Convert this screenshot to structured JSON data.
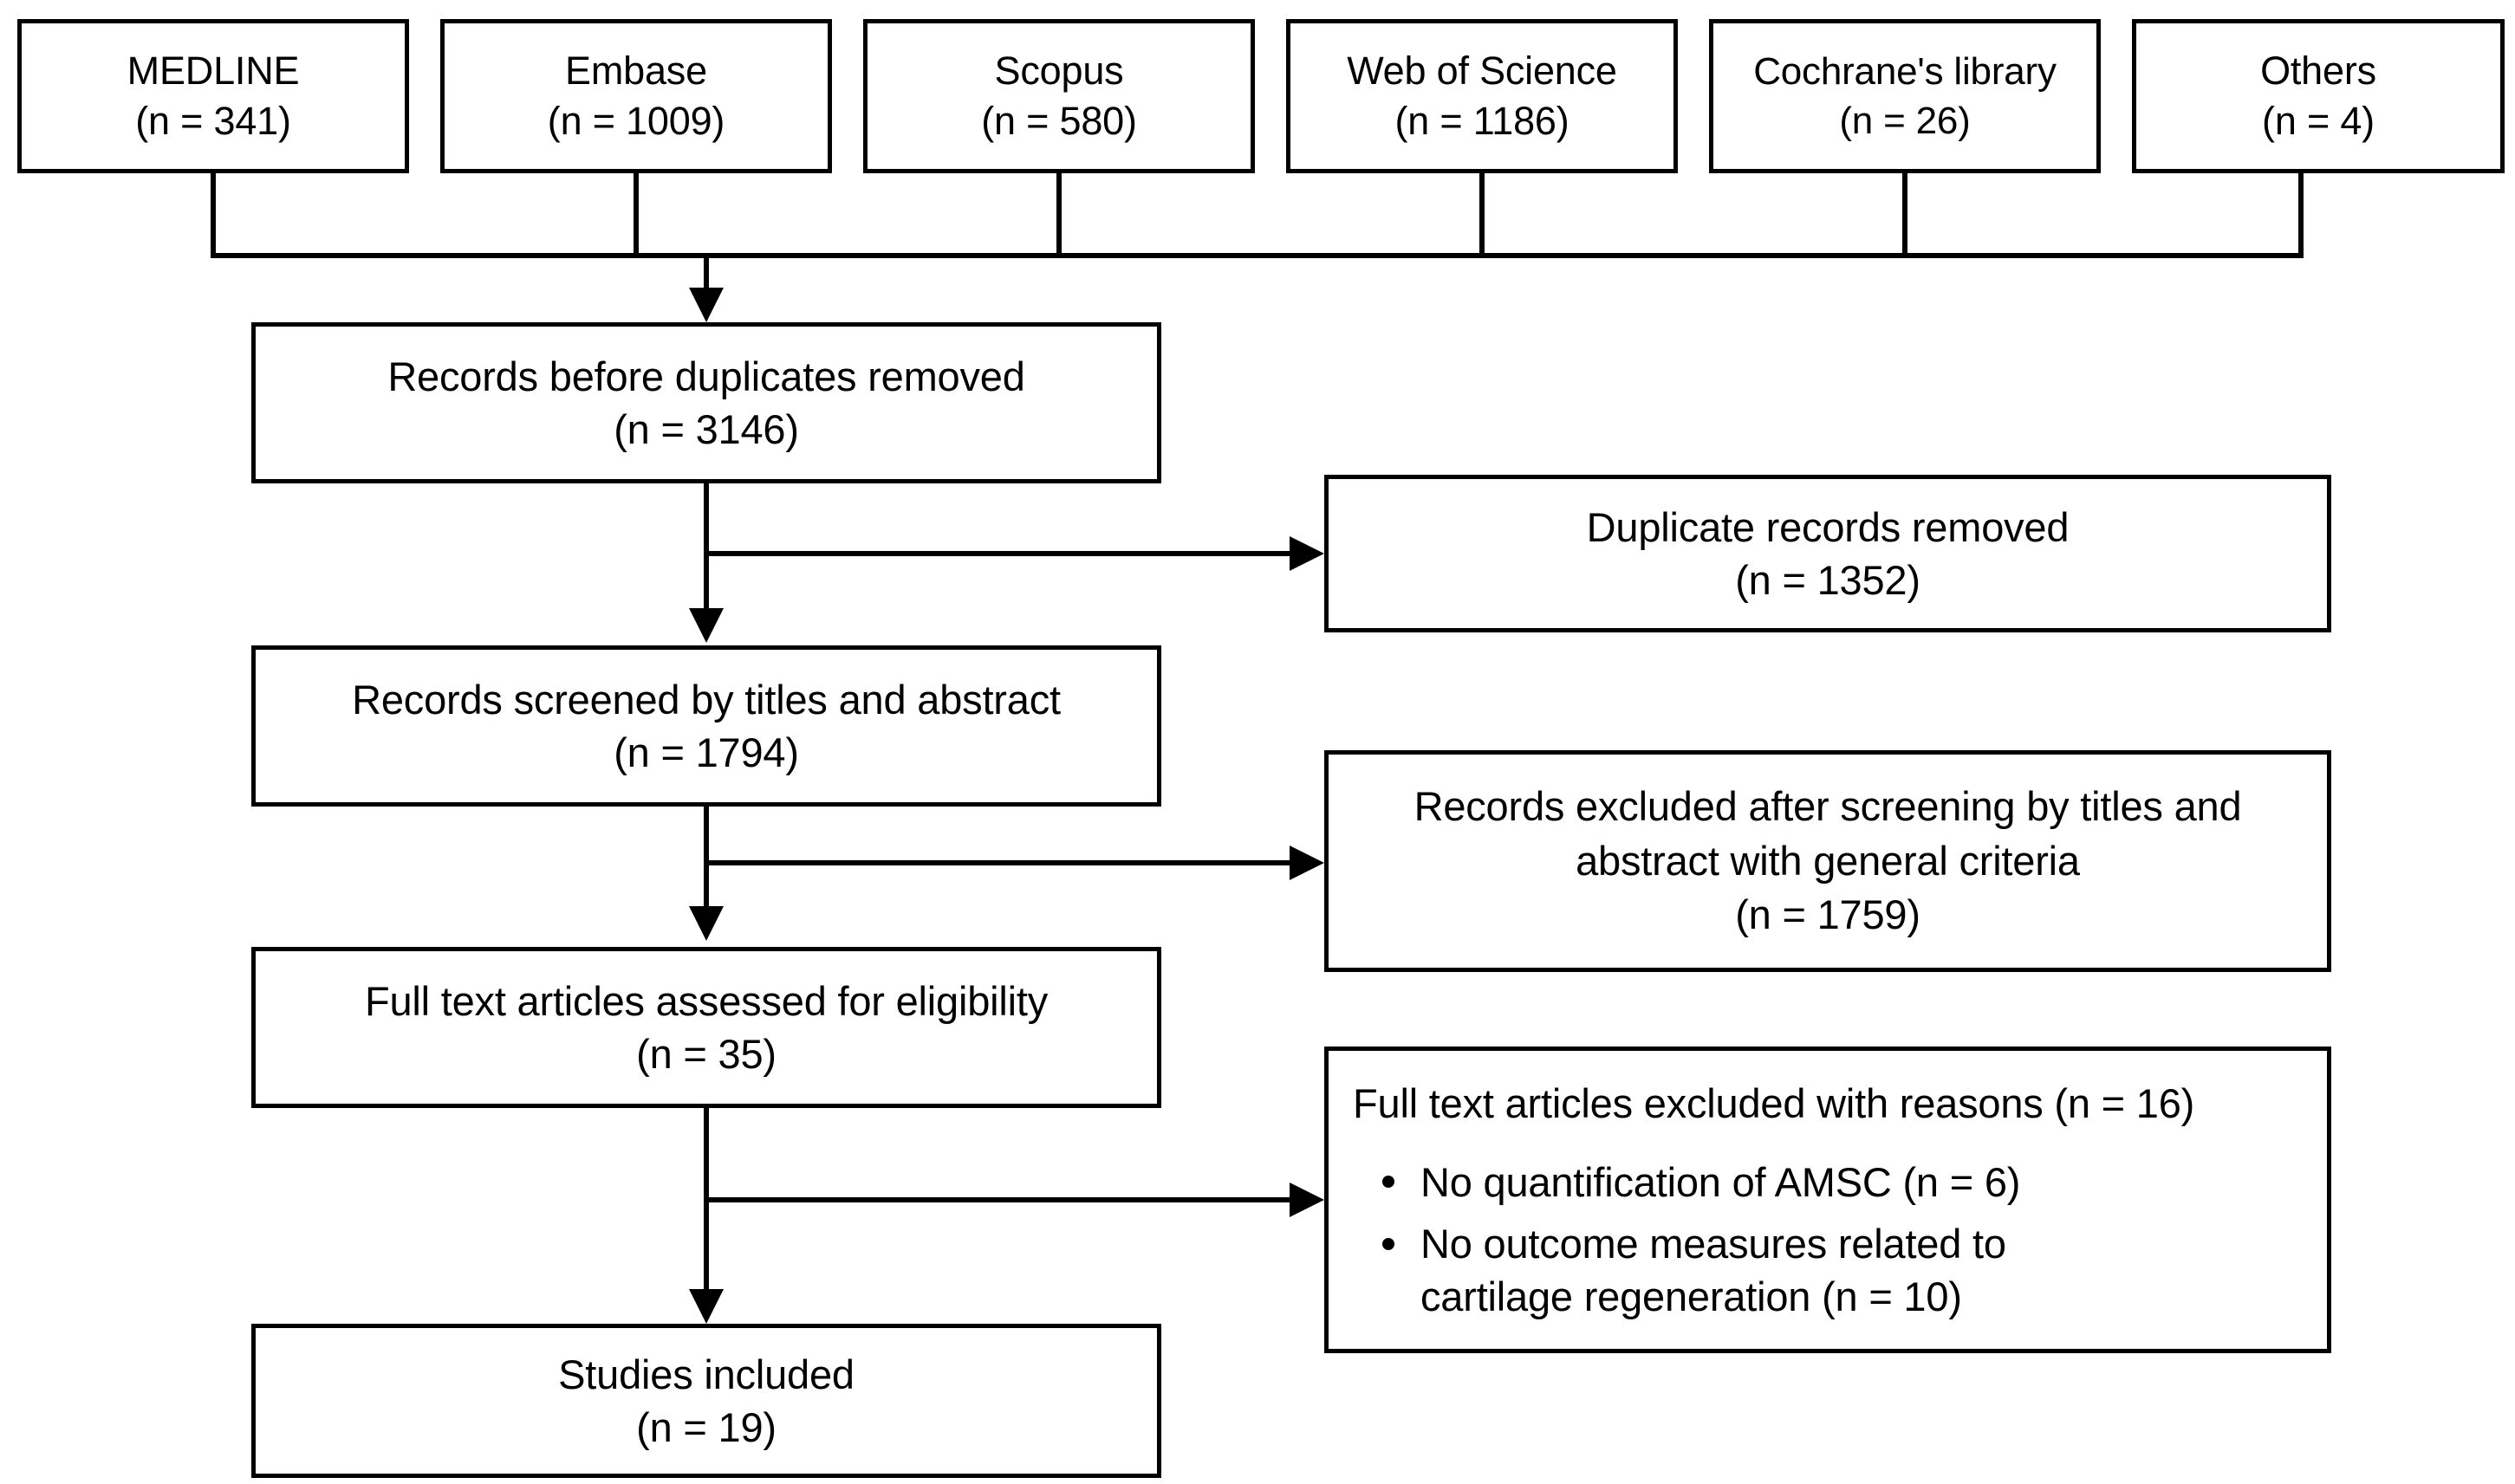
{
  "diagram": {
    "title": "PRISMA study selection flow diagram",
    "type": "flowchart",
    "line_color": "#000000",
    "box_fill": "#ffffff",
    "sources": [
      {
        "name": "MEDLINE",
        "count_label": "(n = 341)",
        "count": 341
      },
      {
        "name": "Embase",
        "count_label": "(n = 1009)",
        "count": 1009
      },
      {
        "name": "Scopus",
        "count_label": "(n = 580)",
        "count": 580
      },
      {
        "name": "Web of Science",
        "count_label": "(n = 1186)",
        "count": 1186
      },
      {
        "name": "Cochrane's library",
        "count_label": "(n = 26)",
        "count": 26
      },
      {
        "name": "Others",
        "count_label": "(n = 4)",
        "count": 4
      }
    ],
    "flow": [
      {
        "label": "Records before duplicates removed",
        "count_label": "(n = 3146)",
        "count": 3146
      },
      {
        "label": "Records screened by titles and abstract",
        "count_label": "(n = 1794)",
        "count": 1794
      },
      {
        "label": "Full text articles assessed for eligibility",
        "count_label": "(n = 35)",
        "count": 35
      },
      {
        "label": "Studies included",
        "count_label": "(n = 19)",
        "count": 19
      }
    ],
    "exclusions": [
      {
        "lines": [
          "Duplicate records removed"
        ],
        "count_label": "(n = 1352)",
        "count": 1352
      },
      {
        "lines": [
          "Records excluded after screening by titles and",
          "abstract with general criteria"
        ],
        "count_label": "(n = 1759)",
        "count": 1759
      },
      {
        "header": "Full text articles excluded with reasons (n = 16)",
        "count": 16,
        "bullets": [
          {
            "lines": [
              "No quantification of AMSC (n = 6)"
            ],
            "count": 6
          },
          {
            "lines": [
              "No outcome measures related to",
              "cartilage regeneration (n = 10)"
            ],
            "count": 10
          }
        ]
      }
    ]
  }
}
